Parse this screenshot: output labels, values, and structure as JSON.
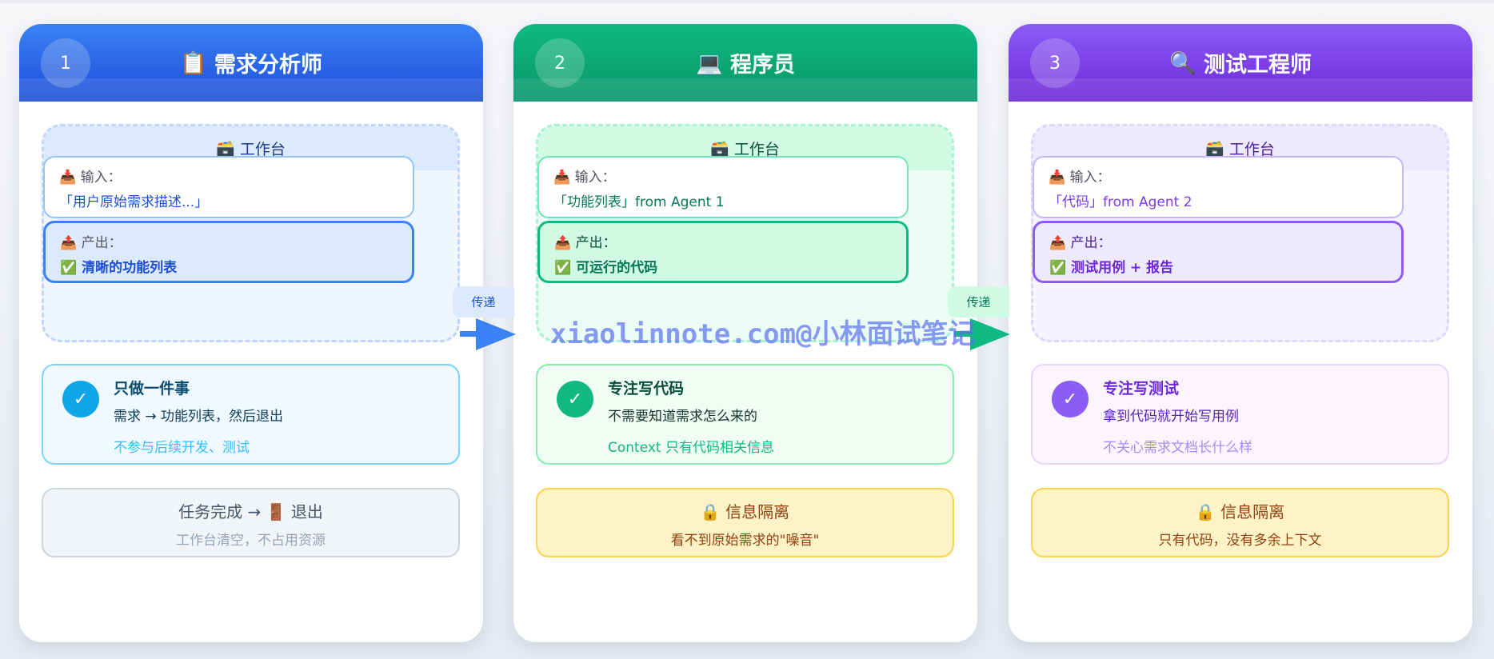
{
  "agents": [
    {
      "num": "1",
      "icon": "📋",
      "title": "需求分析师",
      "workbench": "工作台",
      "input_label": "输入：",
      "input_value": "「用户原始需求描述...」",
      "output_label": "产出：",
      "output_value": "清晰的功能列表",
      "focus_title": "只做一件事",
      "focus_desc": "需求 → 功能列表，然后退出",
      "focus_note": "不参与后续开发、测试",
      "bottom_title": "任务完成 → 🚪 退出",
      "bottom_desc": "工作台清空，不占用资源"
    },
    {
      "num": "2",
      "icon": "💻",
      "title": "程序员",
      "workbench": "工作台",
      "input_label": "输入：",
      "input_value": "「功能列表」from Agent 1",
      "output_label": "产出：",
      "output_value": "可运行的代码",
      "focus_title": "专注写代码",
      "focus_desc": "不需要知道需求怎么来的",
      "focus_note": "Context 只有代码相关信息",
      "bottom_title": "🔒 信息隔离",
      "bottom_desc": "看不到原始需求的\"噪音\""
    },
    {
      "num": "3",
      "icon": "🔍",
      "title": "测试工程师",
      "workbench": "工作台",
      "input_label": "输入：",
      "input_value": "「代码」from Agent 2",
      "output_label": "产出：",
      "output_value": "测试用例 + 报告",
      "focus_title": "专注写测试",
      "focus_desc": "拿到代码就开始写用例",
      "focus_note": "不关心需求文档长什么样",
      "bottom_title": "🔒 信息隔离",
      "bottom_desc": "只有代码，没有多余上下文"
    }
  ],
  "pass_label": "传递",
  "watermark": "xiaolinnote.com@小林面试笔记",
  "colors": {
    "blue": "#3b82f6",
    "green": "#10b981",
    "purple": "#8b5cf6",
    "amber": "#fcd34d"
  }
}
